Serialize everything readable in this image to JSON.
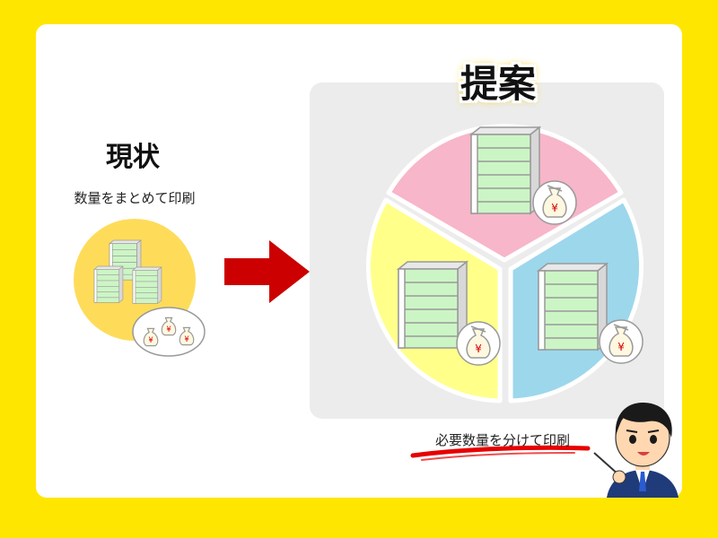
{
  "current": {
    "title": "現状",
    "subtitle": "数量をまとめて印刷"
  },
  "proposal": {
    "title": "提案",
    "subtitle": "必要数量を分けて印刷"
  },
  "icons": {
    "arrow": "right-arrow-icon",
    "stack": "paper-stack-icon",
    "money": "yen-money-bag-icon",
    "person": "businessman-pointer-illustration"
  },
  "colors": {
    "background": "#ffe600",
    "arrow": "#cc0000",
    "segment_pink": "#f7b6c9",
    "segment_yellow": "#ffff8a",
    "segment_blue": "#9dd7ec",
    "stack_green": "#ccf5c5",
    "underline": "#e60000"
  },
  "currency_symbol": "¥"
}
